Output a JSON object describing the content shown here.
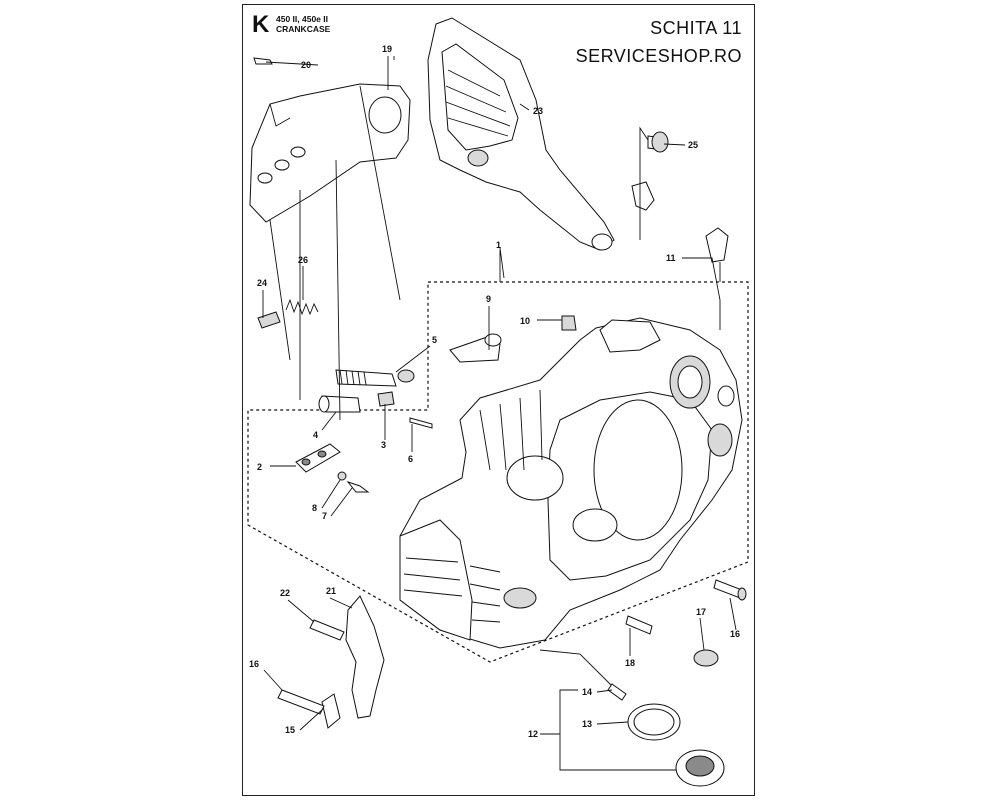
{
  "header": {
    "sheet_letter": "K",
    "model": "450 II, 450e II",
    "section": "CRANKCASE",
    "title": "SCHITA 11",
    "shop": "SERVICESHOP.RO"
  },
  "callouts": {
    "c1": "1",
    "c2": "2",
    "c3": "3",
    "c4": "4",
    "c5": "5",
    "c6": "6",
    "c7": "7",
    "c8": "8",
    "c9": "9",
    "c10": "10",
    "c11": "11",
    "c12": "12",
    "c13": "13",
    "c14": "14",
    "c15": "15",
    "c16a": "16",
    "c16b": "16",
    "c17": "17",
    "c18": "18",
    "c19": "19",
    "c20": "20",
    "c21": "21",
    "c22": "22",
    "c23": "23",
    "c24": "24",
    "c25": "25",
    "c26": "26"
  }
}
